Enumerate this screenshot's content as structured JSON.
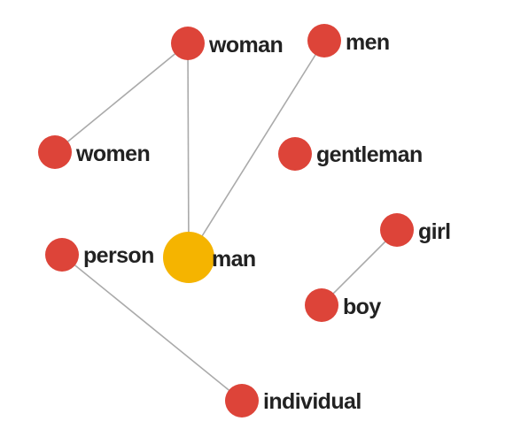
{
  "graph": {
    "colors": {
      "node_default": "#dd4439",
      "node_focus": "#f5b400",
      "edge": "#aaaaaa"
    },
    "nodes": [
      {
        "id": "woman",
        "label": "woman"
      },
      {
        "id": "men",
        "label": "men"
      },
      {
        "id": "women",
        "label": "women"
      },
      {
        "id": "gentleman",
        "label": "gentleman"
      },
      {
        "id": "girl",
        "label": "girl"
      },
      {
        "id": "person",
        "label": "person"
      },
      {
        "id": "man",
        "label": "man",
        "focus": true
      },
      {
        "id": "boy",
        "label": "boy"
      },
      {
        "id": "individual",
        "label": "individual"
      }
    ],
    "edges": [
      {
        "source": "woman",
        "target": "women"
      },
      {
        "source": "woman",
        "target": "man"
      },
      {
        "source": "men",
        "target": "man"
      },
      {
        "source": "girl",
        "target": "boy"
      },
      {
        "source": "person",
        "target": "individual"
      }
    ]
  }
}
